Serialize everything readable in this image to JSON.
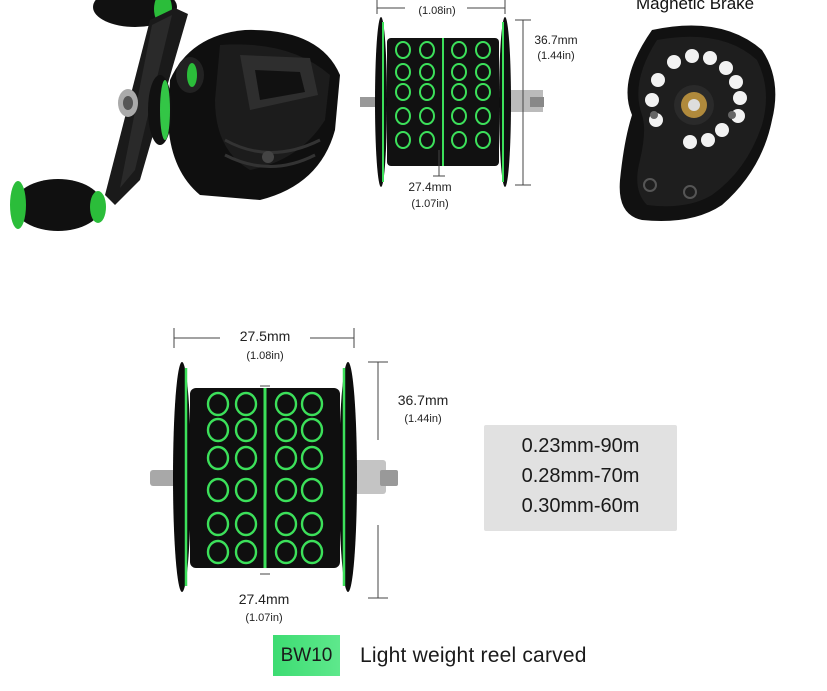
{
  "colors": {
    "accent_green": "#3ce05a",
    "spool_black": "#0d0d0d",
    "spec_box_bg": "#e1e1e1",
    "badge_green": "#46de7a"
  },
  "top_spool": {
    "width_in": "(1.08in)",
    "height_mm": "36.7mm",
    "height_in": "(1.44in)",
    "depth_mm": "27.4mm",
    "depth_in": "(1.07in)"
  },
  "magnetic_brake": {
    "title": "Magnetic Brake"
  },
  "main_spool": {
    "width_mm": "27.5mm",
    "width_in": "(1.08in)",
    "height_mm": "36.7mm",
    "height_in": "(1.44in)",
    "depth_mm": "27.4mm",
    "depth_in": "(1.07in)"
  },
  "line_capacity": [
    "0.23mm-90m",
    "0.28mm-70m",
    "0.30mm-60m"
  ],
  "model_badge": "BW10",
  "caption": "Light weight reel carved"
}
